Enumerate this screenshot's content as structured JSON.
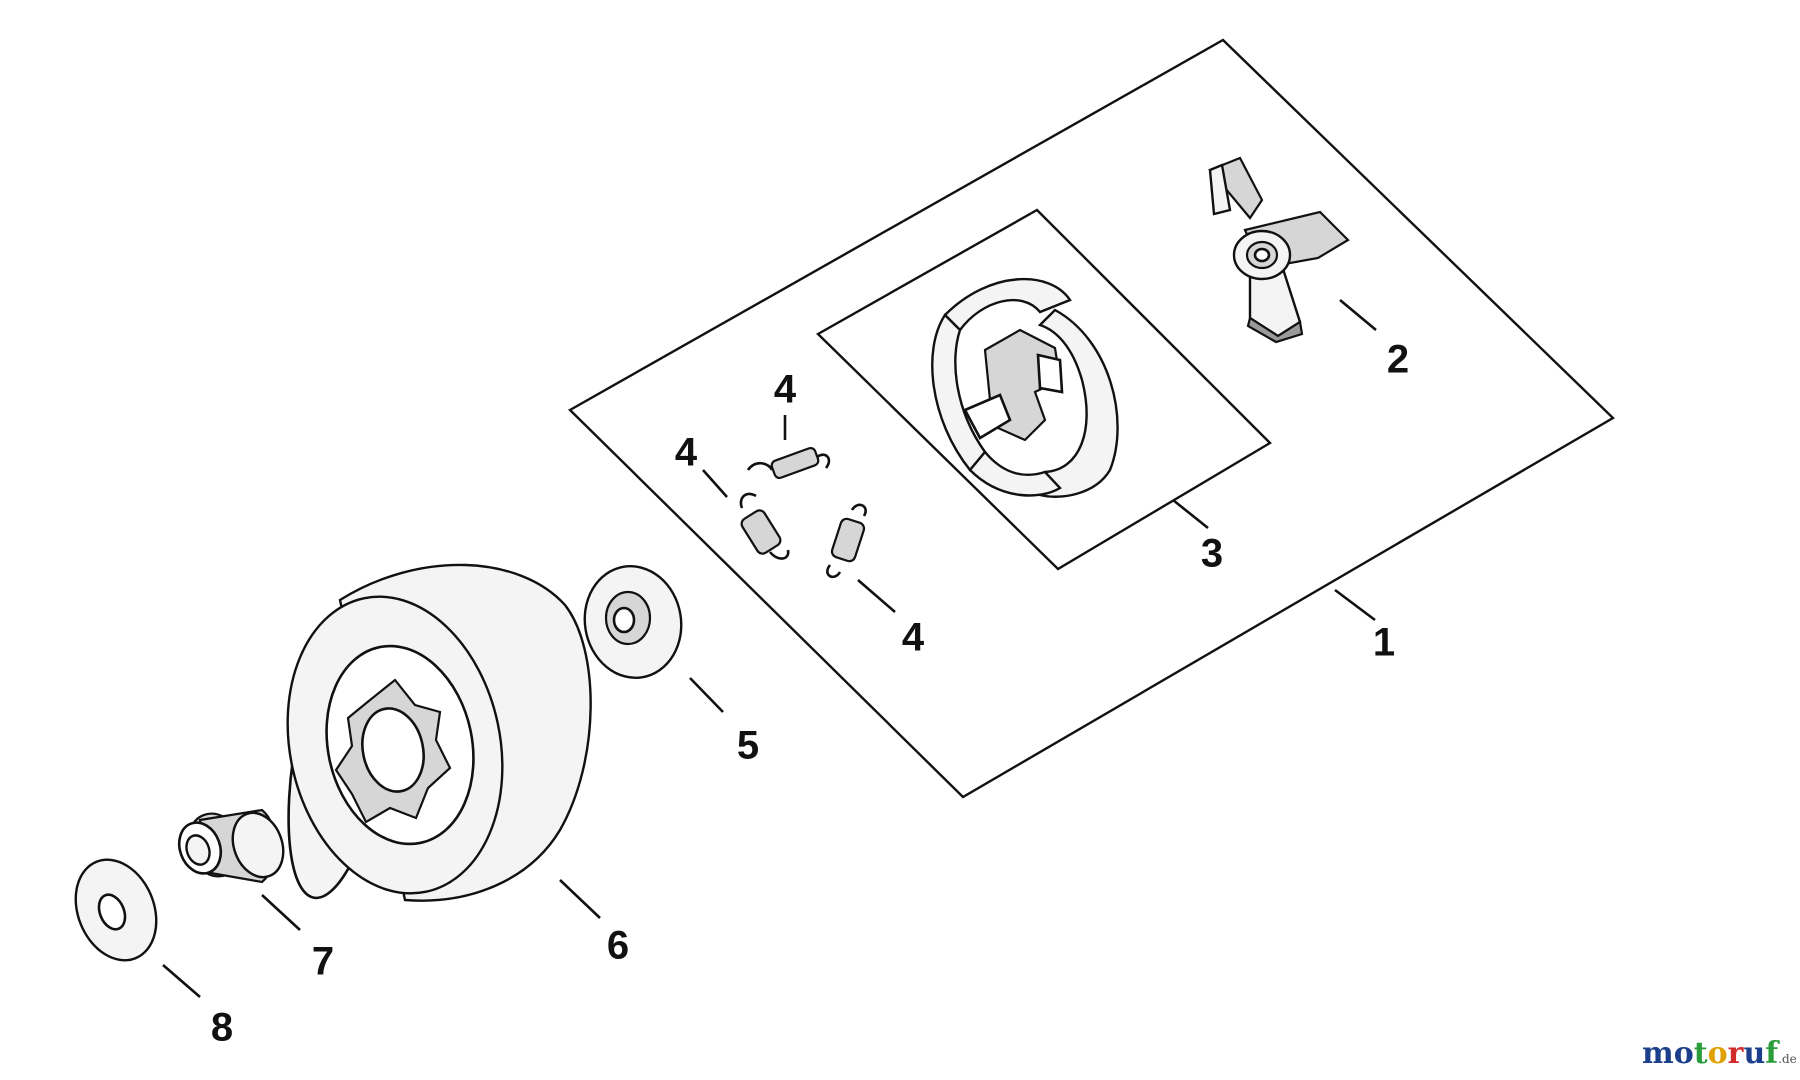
{
  "callouts": {
    "c1": "1",
    "c2": "2",
    "c3": "3",
    "c4a": "4",
    "c4b": "4",
    "c4c": "4",
    "c5": "5",
    "c6": "6",
    "c7": "7",
    "c8": "8"
  },
  "watermark": {
    "letters": [
      "m",
      "o",
      "t",
      "o",
      "r",
      "u",
      "f"
    ],
    "letter_colors": [
      "#1b3f8b",
      "#1b3f8b",
      "#2a9d3a",
      "#e0a100",
      "#d12b2b",
      "#1b3f8b",
      "#2a9d3a"
    ],
    "suffix": ".de"
  }
}
